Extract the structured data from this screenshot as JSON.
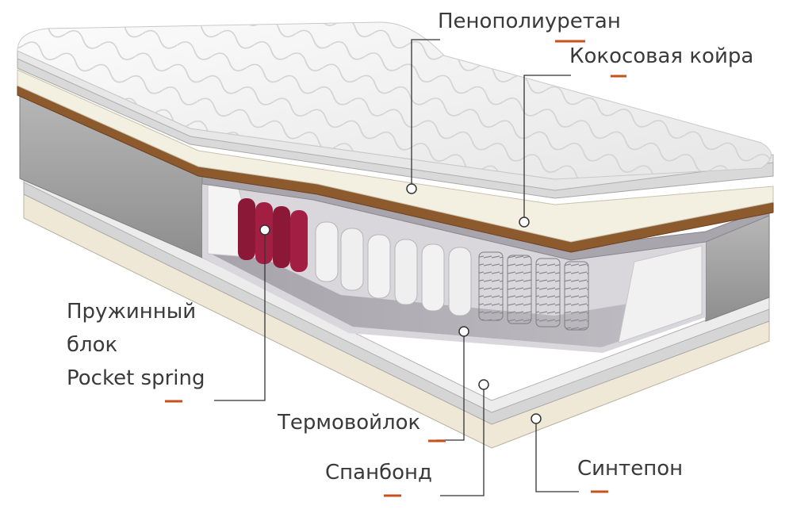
{
  "labels": {
    "polyurethane": "Пенополиуретан",
    "coir": "Кокосовая койра",
    "spring_line1": "Пружинный",
    "spring_line2": "блок",
    "spring_line3": "Pocket spring",
    "felt": "Термовойлок",
    "spunbond": "Спанбонд",
    "sintepon": "Синтепон"
  },
  "colors": {
    "accent": "#c8501e",
    "leader_line": "#333333",
    "text": "#3a3a3a"
  }
}
